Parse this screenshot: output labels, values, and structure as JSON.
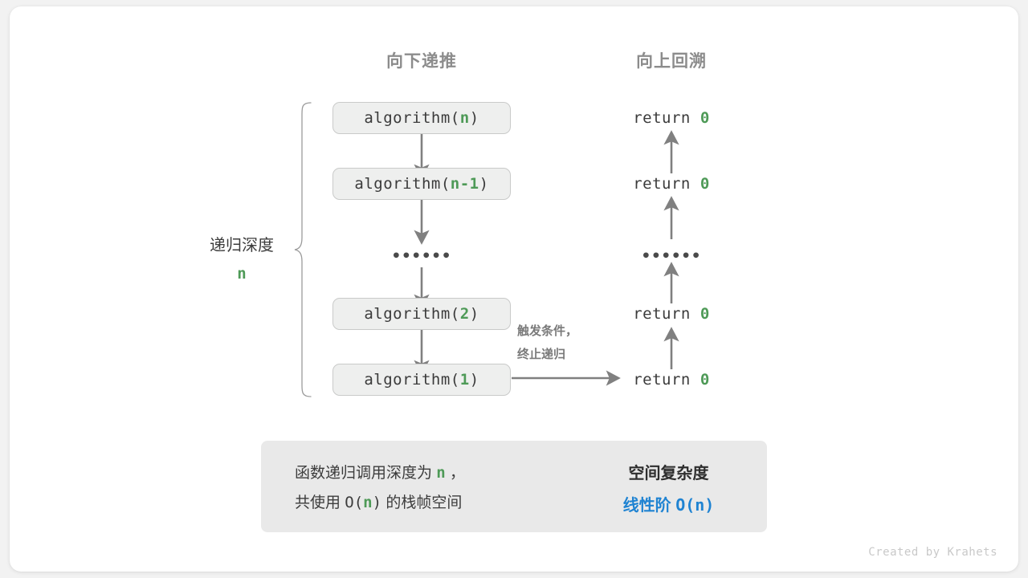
{
  "theme": {
    "bg": "#f2f2f2",
    "card_bg": "#ffffff",
    "box_fill": "#eeefee",
    "box_border": "#c9cac9",
    "arrow": "#808080",
    "accent_green": "#4e9a57",
    "accent_blue": "#1f83d2",
    "text_dark": "#3c3c3c",
    "text_muted": "#8c8c8c",
    "summary_bg": "#e9e9e9",
    "block_arrow": "#c8c8c8"
  },
  "headers": {
    "down": "向下递推",
    "up": "向上回溯"
  },
  "depth": {
    "label": "递归深度",
    "value": "n"
  },
  "call_stack": [
    {
      "prefix": "algorithm(",
      "arg": "n",
      "suffix": ")"
    },
    {
      "prefix": "algorithm(",
      "arg": "n-1",
      "suffix": ")"
    },
    {
      "ellipsis": "••••••"
    },
    {
      "prefix": "algorithm(",
      "arg": "2",
      "suffix": ")"
    },
    {
      "prefix": "algorithm(",
      "arg": "1",
      "suffix": ")"
    }
  ],
  "return_stack": [
    {
      "text": "return ",
      "value": "0"
    },
    {
      "text": "return ",
      "value": "0"
    },
    {
      "ellipsis": "••••••"
    },
    {
      "text": "return ",
      "value": "0"
    },
    {
      "text": "return ",
      "value": "0"
    }
  ],
  "trigger_note": {
    "line1": "触发条件，",
    "line2": "终止递归"
  },
  "summary": {
    "left_line1_a": "函数递归调用深度为 ",
    "left_line1_n": "n",
    "left_line1_b": " ，",
    "left_line2_a": "共使用 ",
    "left_line2_o": "O(",
    "left_line2_n": "n",
    "left_line2_c": ")",
    "left_line2_b": " 的栈帧空间",
    "right_title": "空间复杂度",
    "right_value_text": "线性阶 ",
    "right_value_big_o": "O(n)"
  },
  "credit": "Created by Krahets"
}
